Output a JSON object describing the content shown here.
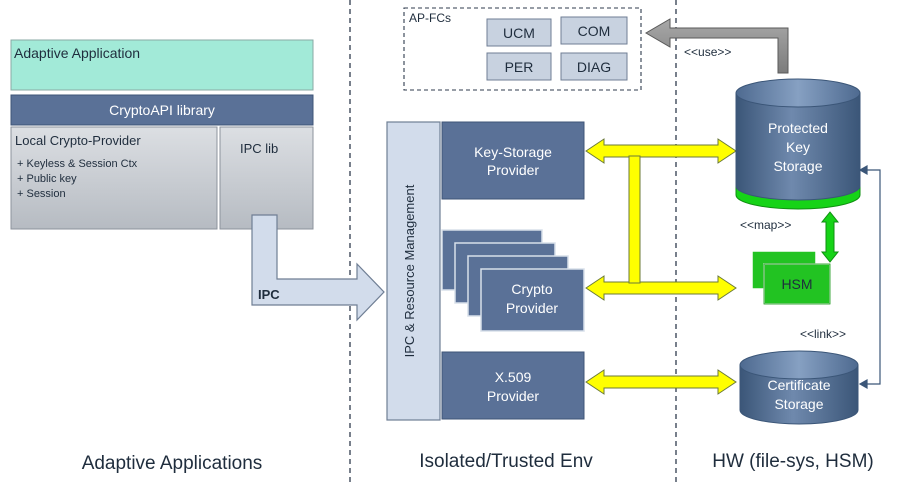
{
  "adaptive_app": {
    "title": "Adaptive Application",
    "crypto_api": "CryptoAPI library",
    "local_provider": {
      "title": "Local Crypto-Provider",
      "items": [
        "+ Keyless & Session Ctx",
        "+ Public key",
        "+ Session"
      ]
    },
    "ipc_lib": "IPC lib"
  },
  "ipc_arrow": "IPC",
  "ap_fcs": {
    "title": "AP-FCs",
    "items": [
      "UCM",
      "COM",
      "PER",
      "DIAG"
    ]
  },
  "ipc_resource": "IPC & Resource Management",
  "providers": {
    "key_storage": [
      "Key-Storage",
      "Provider"
    ],
    "crypto": [
      "Crypto",
      "Provider"
    ],
    "x509": [
      "X.509",
      "Provider"
    ]
  },
  "hw": {
    "protected_storage": [
      "Protected",
      "Key",
      "Storage"
    ],
    "hsm": "HSM",
    "certificate_storage": [
      "Certificate",
      "Storage"
    ]
  },
  "relations": {
    "use": "<<use>>",
    "map": "<<map>>",
    "link": "<<link>>"
  },
  "sections": {
    "left": "Adaptive Applications",
    "middle": "Isolated/Trusted Env",
    "right": "HW (file-sys, HSM)"
  },
  "colors": {
    "teal": "#a2ead8",
    "navy": "#5a7197",
    "light_grey": "#c8ccd2",
    "arrow_blue": "#d2dceb",
    "yellow": "#ffff00",
    "green": "#16d317",
    "hsm_green": "#22c322"
  }
}
